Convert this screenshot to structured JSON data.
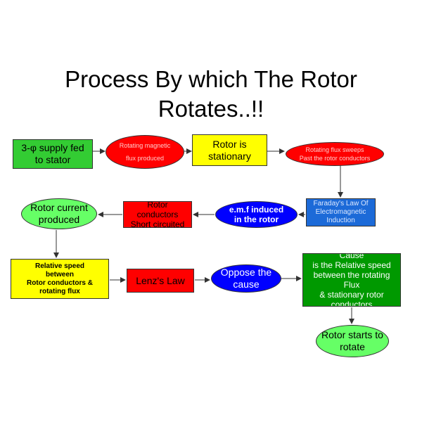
{
  "title": {
    "line1": "Process By which The Rotor",
    "line2": "Rotates..!!"
  },
  "nodes": {
    "supply": [
      "3-φ supply fed",
      "to stator"
    ],
    "rotating_flux": [
      "Rotating magnetic",
      "flux produced"
    ],
    "rotor_stationary": [
      "Rotor is",
      "stationary"
    ],
    "flux_sweeps": [
      "Rotating flux sweeps",
      "Past the rotor conductors"
    ],
    "faraday": [
      "Faraday's Law Of",
      "Electromagnetic",
      "Induction"
    ],
    "emf": [
      "e.m.f induced",
      "in the rotor"
    ],
    "short_circuited": [
      "Rotor conductors",
      "Short circuited"
    ],
    "rotor_current": [
      "Rotor current",
      "produced"
    ],
    "relative_speed": [
      "Relative speed",
      "between",
      "Rotor conductors &",
      "rotating flux"
    ],
    "lenz": [
      "Lenz's Law"
    ],
    "oppose": [
      "Oppose the",
      "cause"
    ],
    "cause": [
      "Cause",
      "is the Relative speed",
      "between the rotating Flux",
      "& stationary rotor",
      "conductors"
    ],
    "rotor_starts": [
      "Rotor starts to",
      "rotate"
    ]
  },
  "colors": {
    "red": "#ff0000",
    "yellow": "#ffff00",
    "green": "#33cc33",
    "light_green": "#66ff66",
    "blue": "#0000ff",
    "medium_blue": "#1c6ad8",
    "dark_green": "#009900",
    "arrow": "#333333"
  }
}
